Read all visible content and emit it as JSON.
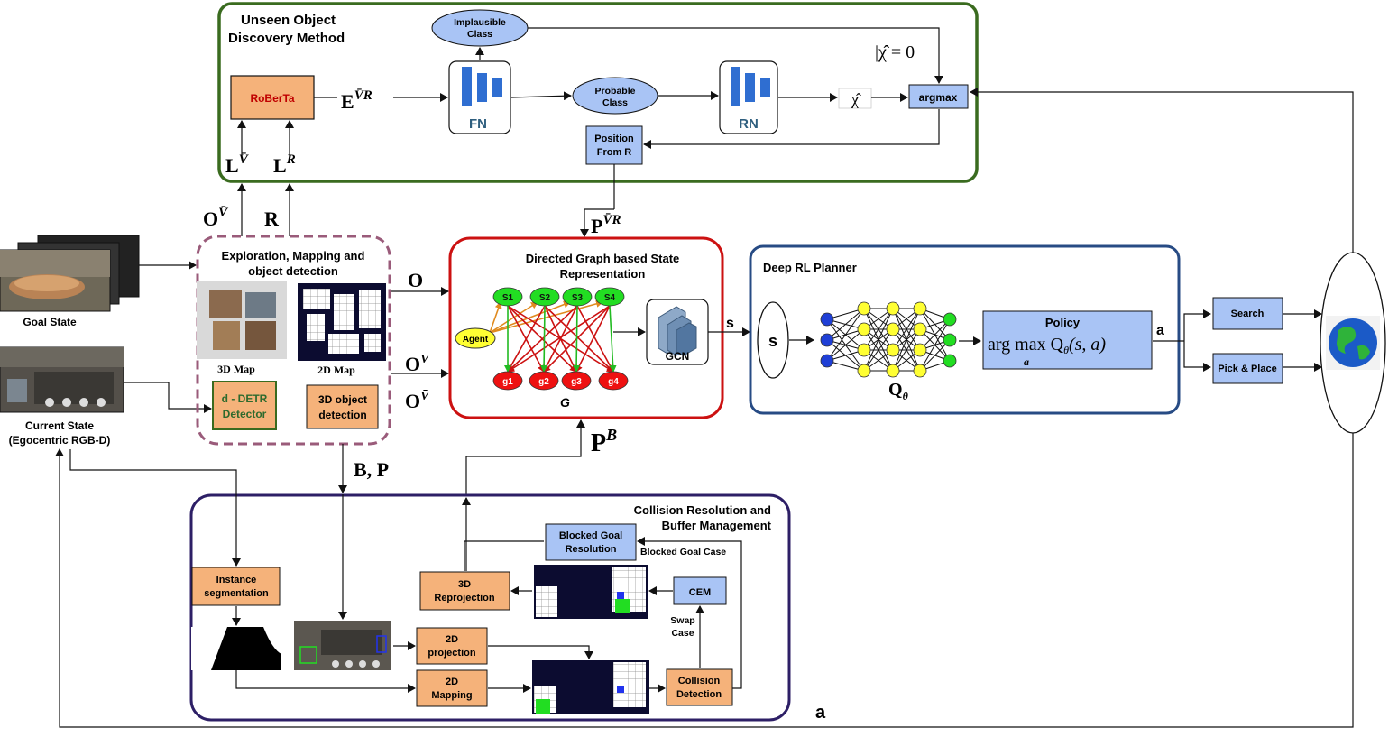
{
  "colors": {
    "orange_box": "#f5b27a",
    "blue_box": "#a9c4f5",
    "green_node": "#22dd22",
    "red_node": "#ee1111",
    "agent_node": "#ffff33",
    "unseen_border": "#3a6b1f",
    "exploration_border": "#9a5b7a",
    "graph_border": "#cc1111",
    "planner_border": "#274b84",
    "collision_border": "#2d1f66"
  },
  "unseen": {
    "title_line1": "Unseen Object",
    "title_line2": "Discovery Method",
    "roberta": "RoBerTa",
    "embedding": "E",
    "embedding_sup": "̅VR",
    "implausible_line1": "Implausible",
    "implausible_line2": "Class",
    "probable_line1": "Probable",
    "probable_line2": "Class",
    "fn_label": "FN",
    "rn_label": "RN",
    "chi_zero": "|χ̂ = 0",
    "chi_hat": "χ̂",
    "argmax": "argmax",
    "position_line1": "Position",
    "position_line2": "From R",
    "l_vbar": "L",
    "l_vbar_sup": "V̄",
    "l_r": "L",
    "l_r_sup": "R"
  },
  "inputs": {
    "o_vbar": "O",
    "o_vbar_sup": "V̄",
    "r": "R",
    "goal_state": "Goal State",
    "current_state_line1": "Current State",
    "current_state_line2": "(Egocentric RGB-D)"
  },
  "exploration": {
    "title_line1": "Exploration, Mapping and",
    "title_line2": "object detection",
    "map3d": "3D Map",
    "map2d": "2D Map",
    "detr_line1": "d - DETR",
    "detr_line2": "Detector",
    "obj3d_line1": "3D object",
    "obj3d_line2": "detection",
    "bp": "B, P"
  },
  "edges_labels": {
    "o": "O",
    "o_v": "O",
    "o_v_sup": "V",
    "o_vbar": "O",
    "o_vbar_sup": "V̄",
    "p_vr": "P",
    "p_vr_sup": "V̄R",
    "p_b": "P",
    "p_b_sup": "B",
    "s": "s",
    "a": "a"
  },
  "graph": {
    "title_line1": "Directed Graph based State",
    "title_line2": "Representation",
    "agent": "Agent",
    "states": [
      "S1",
      "S2",
      "S3",
      "S4"
    ],
    "goals": [
      "g1",
      "g2",
      "g3",
      "g4"
    ],
    "g_label": "G",
    "gcn": "GCN"
  },
  "planner": {
    "title": "Deep RL Planner",
    "s": "s",
    "q_label": "Q",
    "q_sub": "θ",
    "policy": "Policy",
    "policy_formula": "arg max Q",
    "policy_formula_sub": "θ",
    "policy_formula_args": "(s, a)",
    "policy_argmax_sub": "a"
  },
  "actions": {
    "search": "Search",
    "pick_place": "Pick & Place",
    "globe": "globe-icon"
  },
  "collision": {
    "title_line1": "Collision Resolution and",
    "title_line2": "Buffer Management",
    "instance_line1": "Instance",
    "instance_line2": "segmentation",
    "proj2d_line1": "2D",
    "proj2d_line2": "projection",
    "map2d_line1": "2D",
    "map2d_line2": "Mapping",
    "reproj_line1": "3D",
    "reproj_line2": "Reprojection",
    "blocked_line1": "Blocked Goal",
    "blocked_line2": "Resolution",
    "blocked_case": "Blocked Goal Case",
    "cem": "CEM",
    "swap_line1": "Swap",
    "swap_line2": "Case",
    "collision_line1": "Collision",
    "collision_line2": "Detection"
  },
  "footer_label": "a"
}
